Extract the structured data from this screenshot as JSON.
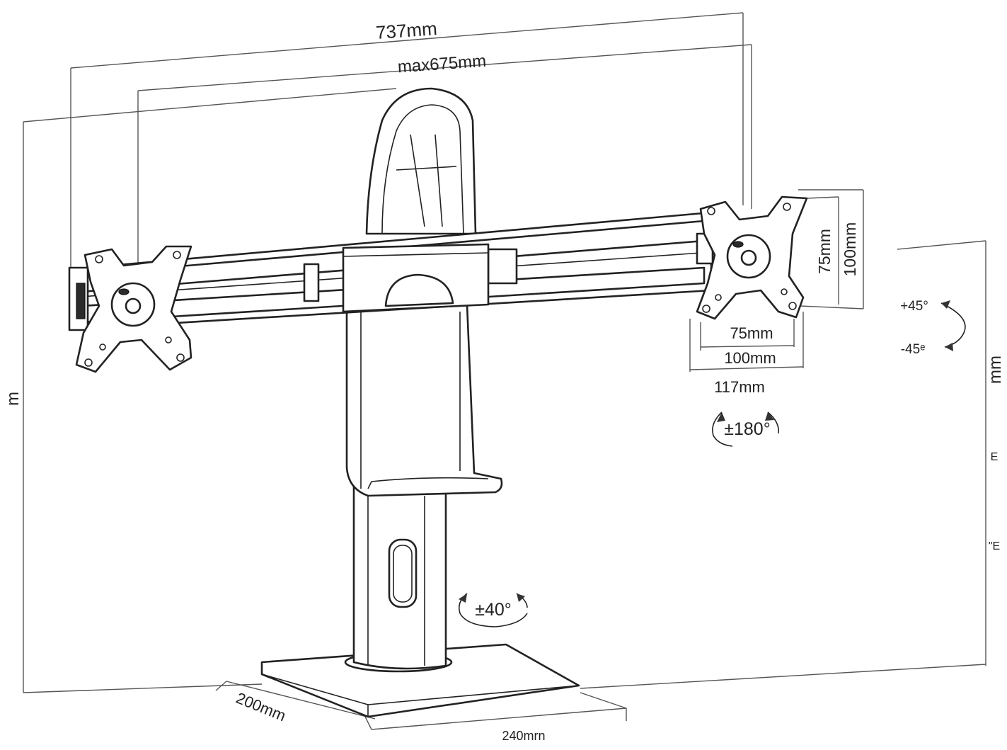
{
  "dimensions": {
    "overall_width": "737mm",
    "max_width": "max675mm",
    "vesa_v_small": "75mm",
    "vesa_v_large": "100mm",
    "vesa_h_small": "75mm",
    "vesa_h_large": "100mm",
    "plate_width": "117mm",
    "base_depth": "200mm",
    "base_width": "240mrn",
    "height_left": "m",
    "height_right_1": "mm",
    "height_right_2": "E",
    "height_right_3": "\"E"
  },
  "rotations": {
    "tilt_up": "+45°",
    "tilt_down": "-45ᵉ",
    "rotation": "±180°",
    "swivel": "±40°"
  }
}
